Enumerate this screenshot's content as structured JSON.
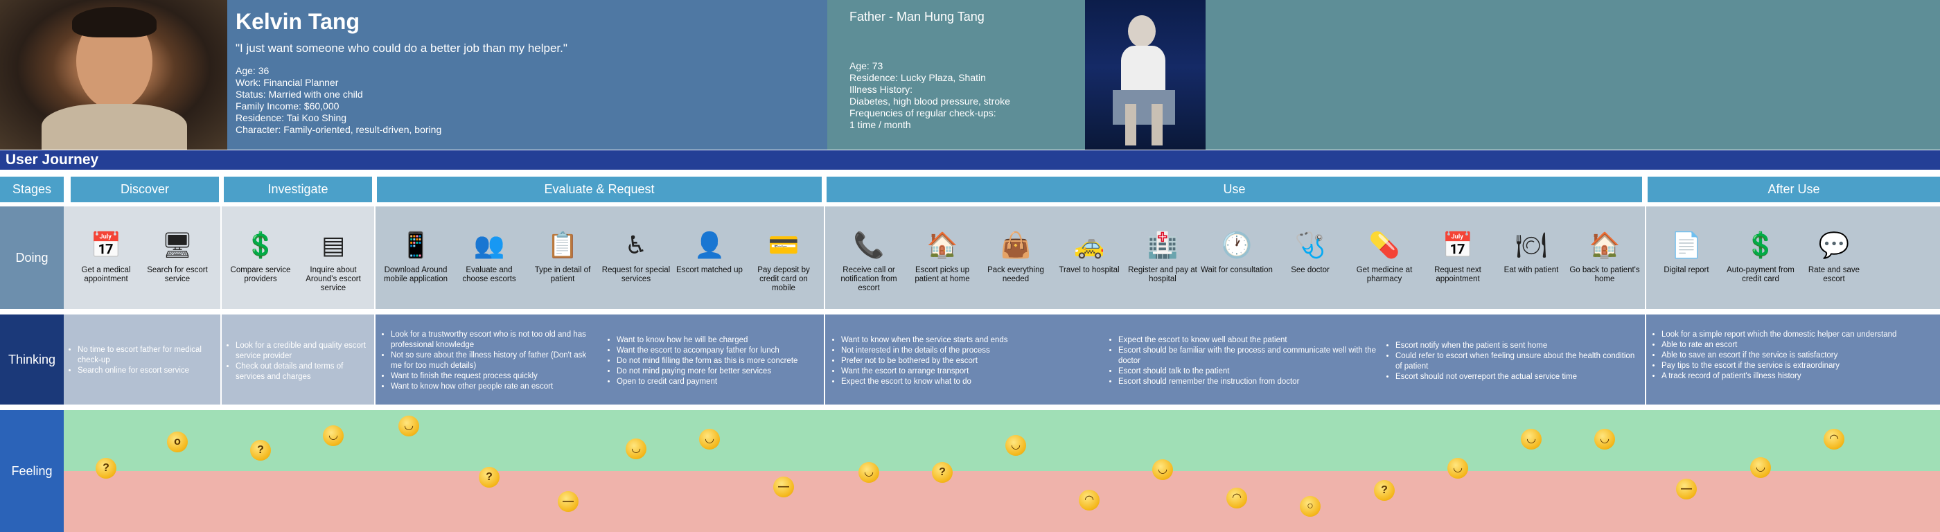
{
  "persona": {
    "name": "Kelvin Tang",
    "quote": "\"I just want someone who could do a better job than my helper.\"",
    "facts": [
      "Age: 36",
      "Work: Financial Planner",
      "Status: Married with one child",
      "Family Income: $60,000",
      "Residence: Tai Koo Shing",
      "Character: Family-oriented, result-driven, boring"
    ]
  },
  "father": {
    "relation": "Father - Man Hung Tang",
    "facts": [
      "Age: 73",
      "Residence: Lucky Plaza, Shatin",
      "Illness History:",
      "Diabetes, high blood pressure, stroke",
      "Frequencies of regular check-ups:",
      "1 time / month"
    ]
  },
  "journey_title": "User Journey",
  "rows": {
    "stages": "Stages",
    "doing": "Doing",
    "thinking": "Thinking",
    "feeling": "Feeling"
  },
  "stages": [
    "Discover",
    "Investigate",
    "Evaluate & Request",
    "Use",
    "After Use"
  ],
  "colors": {
    "header_left": "#4f78a3",
    "header_right": "#5e8e97",
    "journey_bar": "#243f96",
    "stage": "#4ba0c9",
    "feeling_positive": "#a0dfb6",
    "feeling_negative": "#efb3ab"
  },
  "doing": [
    {
      "icon": "calendar-icon",
      "glyph": "📅",
      "label": "Get a medical appointment"
    },
    {
      "icon": "monitor-icon",
      "glyph": "🖥",
      "label": "Search for escort service"
    },
    {
      "icon": "price-compare-icon",
      "glyph": "💲",
      "label": "Compare service providers"
    },
    {
      "icon": "webpage-icon",
      "glyph": "▤",
      "label": "Inquire about Around's escort service"
    },
    {
      "icon": "mobile-download-icon",
      "glyph": "📱",
      "label": "Download Around mobile application"
    },
    {
      "icon": "people-group-icon",
      "glyph": "👥",
      "label": "Evaluate and choose escorts"
    },
    {
      "icon": "form-icon",
      "glyph": "📋",
      "label": "Type in detail of patient"
    },
    {
      "icon": "wheelchair-icon",
      "glyph": "♿",
      "label": "Request for special services"
    },
    {
      "icon": "person-check-icon",
      "glyph": "👤",
      "label": "Escort matched up"
    },
    {
      "icon": "credit-card-icon",
      "glyph": "💳",
      "label": "Pay deposit by credit card on mobile"
    },
    {
      "icon": "phone-ringing-icon",
      "glyph": "📞",
      "label": "Receive call or notification from escort"
    },
    {
      "icon": "house-icon",
      "glyph": "🏠",
      "label": "Escort picks up patient at home"
    },
    {
      "icon": "bag-icon",
      "glyph": "👜",
      "label": "Pack everything needed"
    },
    {
      "icon": "taxi-icon",
      "glyph": "🚕",
      "label": "Travel to hospital"
    },
    {
      "icon": "register-desk-icon",
      "glyph": "🏥",
      "label": "Register and pay at hospital"
    },
    {
      "icon": "waiting-person-icon",
      "glyph": "🕐",
      "label": "Wait for consultation"
    },
    {
      "icon": "stethoscope-icon",
      "glyph": "🩺",
      "label": "See doctor"
    },
    {
      "icon": "pills-icon",
      "glyph": "💊",
      "label": "Get medicine at pharmacy"
    },
    {
      "icon": "calendar-icon",
      "glyph": "📅",
      "label": "Request next appointment"
    },
    {
      "icon": "dining-icon",
      "glyph": "🍽",
      "label": "Eat with patient"
    },
    {
      "icon": "house-icon",
      "glyph": "🏠",
      "label": "Go back to patient's home"
    },
    {
      "icon": "report-icon",
      "glyph": "📄",
      "label": "Digital report"
    },
    {
      "icon": "auto-payment-icon",
      "glyph": "💲",
      "label": "Auto-payment from credit card"
    },
    {
      "icon": "chat-person-icon",
      "glyph": "💬",
      "label": "Rate and save escort"
    }
  ],
  "thinking": [
    [
      "No time to escort father for medical check-up",
      "Search online for escort service"
    ],
    [
      "Look for a credible and quality escort service provider",
      "Check out details and terms of services and charges"
    ],
    [
      "Look for a trustworthy escort who is not too old and has professional knowledge",
      "Not so sure about the illness history of father (Don't ask me for too much details)",
      "Want to finish the request process quickly",
      "Want to know how other people rate an escort"
    ],
    [
      "Want to know how he will be charged",
      "Want the escort to accompany father for lunch",
      "Do not mind filling the form as this is more concrete",
      "Do not mind paying more for better services",
      "Open to credit card payment"
    ],
    [
      "Want to know when the service starts and ends",
      "Not interested in the details of the process",
      "Prefer not to be bothered by the escort",
      "Want the escort to arrange transport",
      "Expect the escort to know what to do"
    ],
    [
      "Expect the escort to know well about the patient",
      "Escort should be familiar with the process and communicate well with the doctor",
      "Escort should talk to the patient",
      "Escort should remember the instruction from doctor"
    ],
    [
      "Escort notify when the patient is sent home",
      "Could refer to escort when feeling unsure about the health condition of patient",
      "Escort should not overreport the actual service time"
    ],
    [
      "Look for a simple report which the domestic helper can understand",
      "Able to rate an escort",
      "Able to save an escort if the service is satisfactory",
      "Pay tips to the escort if the service is extraordinary",
      "A track record of patient's illness history"
    ]
  ],
  "feeling": [
    {
      "x": 1,
      "level": 0.52,
      "face": "thinking-face-icon"
    },
    {
      "x": 2,
      "level": 0.74,
      "face": "surprised-face-icon"
    },
    {
      "x": 3,
      "level": 0.67,
      "face": "thinking-face-icon"
    },
    {
      "x": 4,
      "level": 0.79,
      "face": "slight-smile-face-icon"
    },
    {
      "x": 5,
      "level": 0.87,
      "face": "grinning-face-icon"
    },
    {
      "x": 6,
      "level": 0.45,
      "face": "thinking-face-icon"
    },
    {
      "x": 7,
      "level": 0.25,
      "face": "neutral-face-icon"
    },
    {
      "x": 8,
      "level": 0.68,
      "face": "grinning-face-icon"
    },
    {
      "x": 9,
      "level": 0.76,
      "face": "relieved-face-icon"
    },
    {
      "x": 10,
      "level": 0.37,
      "face": "neutral-face-icon"
    },
    {
      "x": 11,
      "level": 0.49,
      "face": "slight-smile-face-icon"
    },
    {
      "x": 12,
      "level": 0.49,
      "face": "thinking-face-icon"
    },
    {
      "x": 13,
      "level": 0.71,
      "face": "relieved-face-icon"
    },
    {
      "x": 14,
      "level": 0.26,
      "face": "sad-face-icon"
    },
    {
      "x": 15,
      "level": 0.51,
      "face": "slight-smile-face-icon"
    },
    {
      "x": 16,
      "level": 0.28,
      "face": "weary-face-icon"
    },
    {
      "x": 17,
      "level": 0.21,
      "face": "anxious-face-icon"
    },
    {
      "x": 18,
      "level": 0.34,
      "face": "thinking-face-icon"
    },
    {
      "x": 19,
      "level": 0.52,
      "face": "slight-smile-face-icon"
    },
    {
      "x": 20,
      "level": 0.76,
      "face": "relieved-face-icon"
    },
    {
      "x": 21,
      "level": 0.76,
      "face": "relieved-face-icon"
    },
    {
      "x": 22,
      "level": 0.35,
      "face": "neutral-face-icon"
    },
    {
      "x": 23,
      "level": 0.53,
      "face": "relieved-face-icon"
    },
    {
      "x": 24,
      "level": 0.76,
      "face": "upside-down-face-icon"
    }
  ]
}
